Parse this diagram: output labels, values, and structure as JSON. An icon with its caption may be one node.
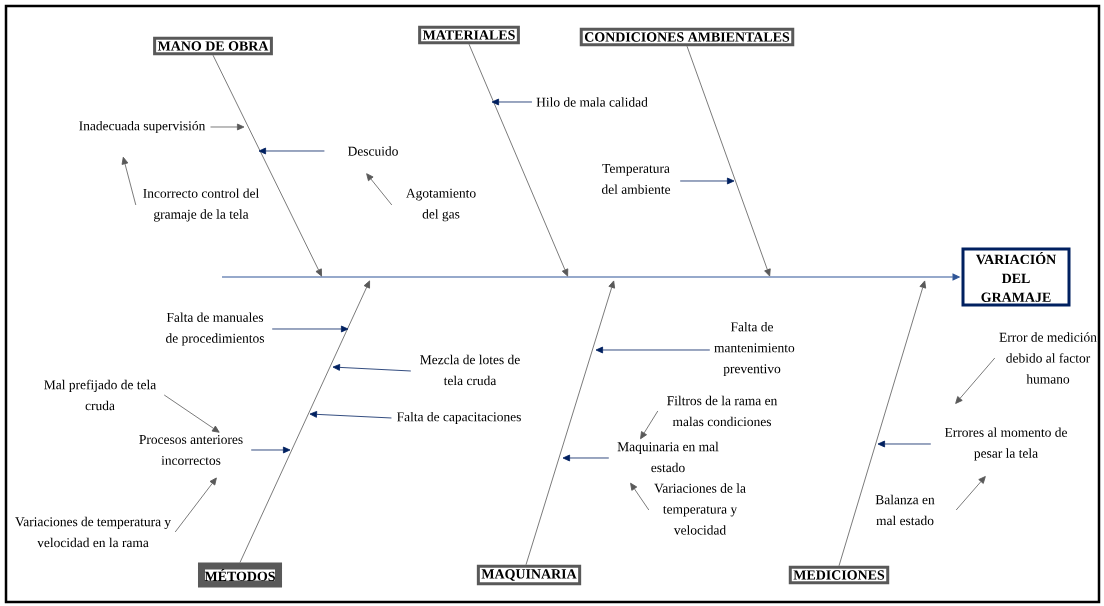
{
  "diagram": {
    "nodes": [
      {
        "text": [
          "MANO DE OBRA"
        ]
      },
      {
        "text": [
          "MATERIALES"
        ]
      },
      {
        "text": [
          "CONDICIONES AMBIENTALES"
        ]
      },
      {
        "text": [
          "VARIACIÓN DEL GRAMAJE"
        ]
      },
      {
        "text": [
          "MÉTODOS"
        ]
      },
      {
        "text": [
          "MAQUINARIA"
        ]
      },
      {
        "text": [
          "MEDICIONES"
        ]
      },
      {
        "text": [
          "Inadecuada supervisión"
        ]
      },
      {
        "text": [
          "Incorrecto control del gramaje de la tela"
        ]
      },
      {
        "text": [
          "Descuido"
        ]
      },
      {
        "text": [
          "Agotamiento del gas"
        ]
      },
      {
        "text": [
          "Hilo de mala calidad"
        ]
      },
      {
        "text": [
          "Temperatura del ambiente"
        ]
      },
      {
        "text": [
          "Falta de manuales de procedimientos"
        ]
      },
      {
        "text": [
          "Mezcla de lotes de tela cruda"
        ]
      },
      {
        "text": [
          "Mal prefijado de tela cruda"
        ]
      },
      {
        "text": [
          "Falta de capacitaciones"
        ]
      },
      {
        "text": [
          "Procesos anteriores incorrectos"
        ]
      },
      {
        "text": [
          "Variaciones de temperatura y velocidad en la rama"
        ]
      },
      {
        "text": [
          "Falta de mantenimiento preventivo"
        ]
      },
      {
        "text": [
          "Filtros de la rama en malas condiciones"
        ]
      },
      {
        "text": [
          "Maquinaria en mal estado"
        ]
      },
      {
        "text": [
          "Variaciones de la temperatura y velocidad"
        ]
      },
      {
        "text": [
          "Error de medición debido al factor humano"
        ]
      },
      {
        "text": [
          "Errores al momento de pesar la tela"
        ]
      },
      {
        "text": [
          "Balanza en mal estado"
        ]
      }
    ],
    "edges": [
      {
        "from": null,
        "to": 3,
        "arrow": "to",
        "color": "#2f5597"
      },
      {
        "from": 0,
        "to": null,
        "arrow": "to"
      },
      {
        "from": 1,
        "to": null,
        "arrow": "to"
      },
      {
        "from": 2,
        "to": null,
        "arrow": "to"
      },
      {
        "from": 4,
        "to": null,
        "arrow": "to"
      },
      {
        "from": 5,
        "to": null,
        "arrow": "to"
      },
      {
        "from": 6,
        "to": null,
        "arrow": "to"
      },
      {
        "from": 7,
        "to": null,
        "arrow": "to"
      },
      {
        "from": 8,
        "to": 7,
        "arrow": "to"
      },
      {
        "from": 9,
        "to": null,
        "arrow": "to",
        "color": "#002060"
      },
      {
        "from": 10,
        "to": 9,
        "arrow": "to"
      },
      {
        "from": 11,
        "to": null,
        "arrow": "to",
        "color": "#002060"
      },
      {
        "from": 12,
        "to": null,
        "arrow": "to",
        "color": "#002060"
      },
      {
        "from": 13,
        "to": null,
        "arrow": "to",
        "color": "#002060"
      },
      {
        "from": 14,
        "to": null,
        "arrow": "to",
        "color": "#002060"
      },
      {
        "from": 15,
        "to": 17,
        "arrow": "to"
      },
      {
        "from": 16,
        "to": null,
        "arrow": "to",
        "color": "#002060"
      },
      {
        "from": 17,
        "to": null,
        "arrow": "to",
        "color": "#002060"
      },
      {
        "from": 18,
        "to": 17,
        "arrow": "to"
      },
      {
        "from": 19,
        "to": null,
        "arrow": "to",
        "color": "#002060"
      },
      {
        "from": 20,
        "to": 21,
        "arrow": "to"
      },
      {
        "from": 21,
        "to": null,
        "arrow": "to",
        "color": "#002060"
      },
      {
        "from": 22,
        "to": 21,
        "arrow": "to"
      },
      {
        "from": 23,
        "to": 24,
        "arrow": "to"
      },
      {
        "from": 24,
        "to": null,
        "arrow": "to",
        "color": "#002060"
      },
      {
        "from": 25,
        "to": 24,
        "arrow": "to"
      }
    ]
  }
}
